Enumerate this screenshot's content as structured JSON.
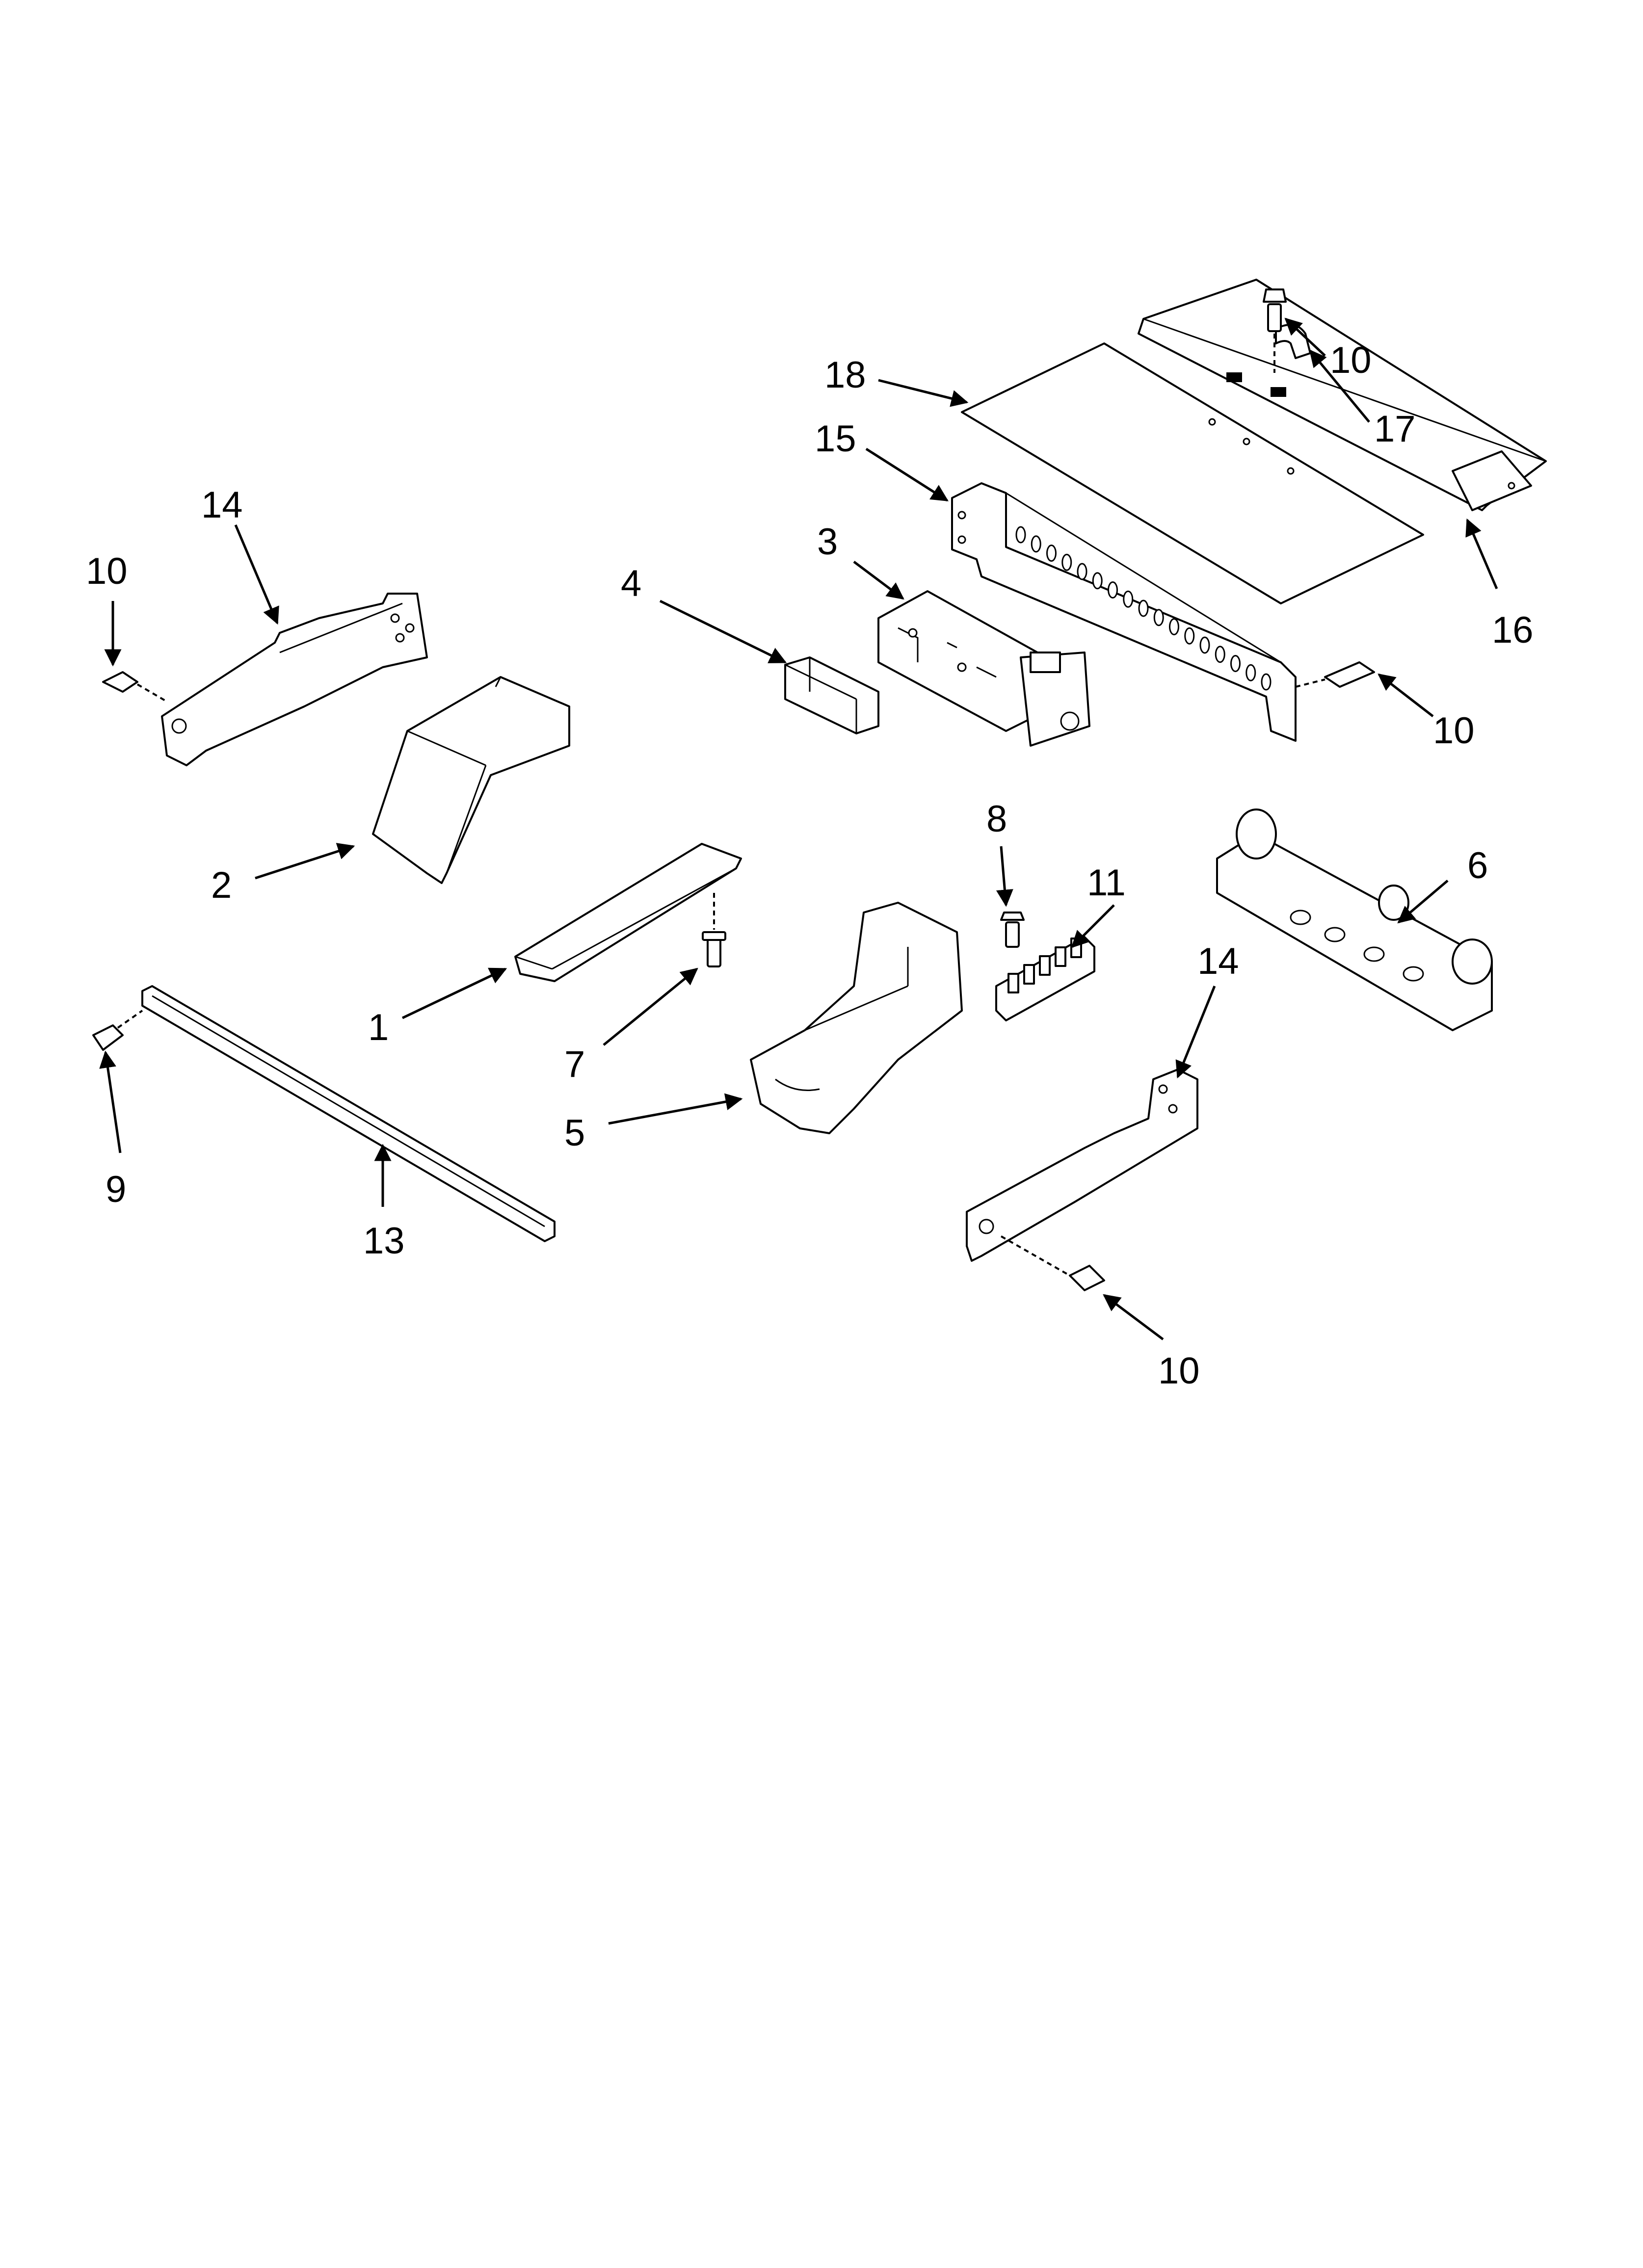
{
  "callouts": [
    {
      "id": "label-18",
      "text": "18"
    },
    {
      "id": "label-10-top",
      "text": "10"
    },
    {
      "id": "label-17",
      "text": "17"
    },
    {
      "id": "label-15",
      "text": "15"
    },
    {
      "id": "label-16",
      "text": "16"
    },
    {
      "id": "label-3",
      "text": "3"
    },
    {
      "id": "label-4",
      "text": "4"
    },
    {
      "id": "label-10-right",
      "text": "10"
    },
    {
      "id": "label-14-left",
      "text": "14"
    },
    {
      "id": "label-10-left",
      "text": "10"
    },
    {
      "id": "label-2",
      "text": "2"
    },
    {
      "id": "label-8",
      "text": "8"
    },
    {
      "id": "label-11",
      "text": "11"
    },
    {
      "id": "label-6",
      "text": "6"
    },
    {
      "id": "label-1",
      "text": "1"
    },
    {
      "id": "label-7",
      "text": "7"
    },
    {
      "id": "label-14-right",
      "text": "14"
    },
    {
      "id": "label-9",
      "text": "9"
    },
    {
      "id": "label-5",
      "text": "5"
    },
    {
      "id": "label-13",
      "text": "13"
    },
    {
      "id": "label-10-bottom",
      "text": "10"
    }
  ]
}
